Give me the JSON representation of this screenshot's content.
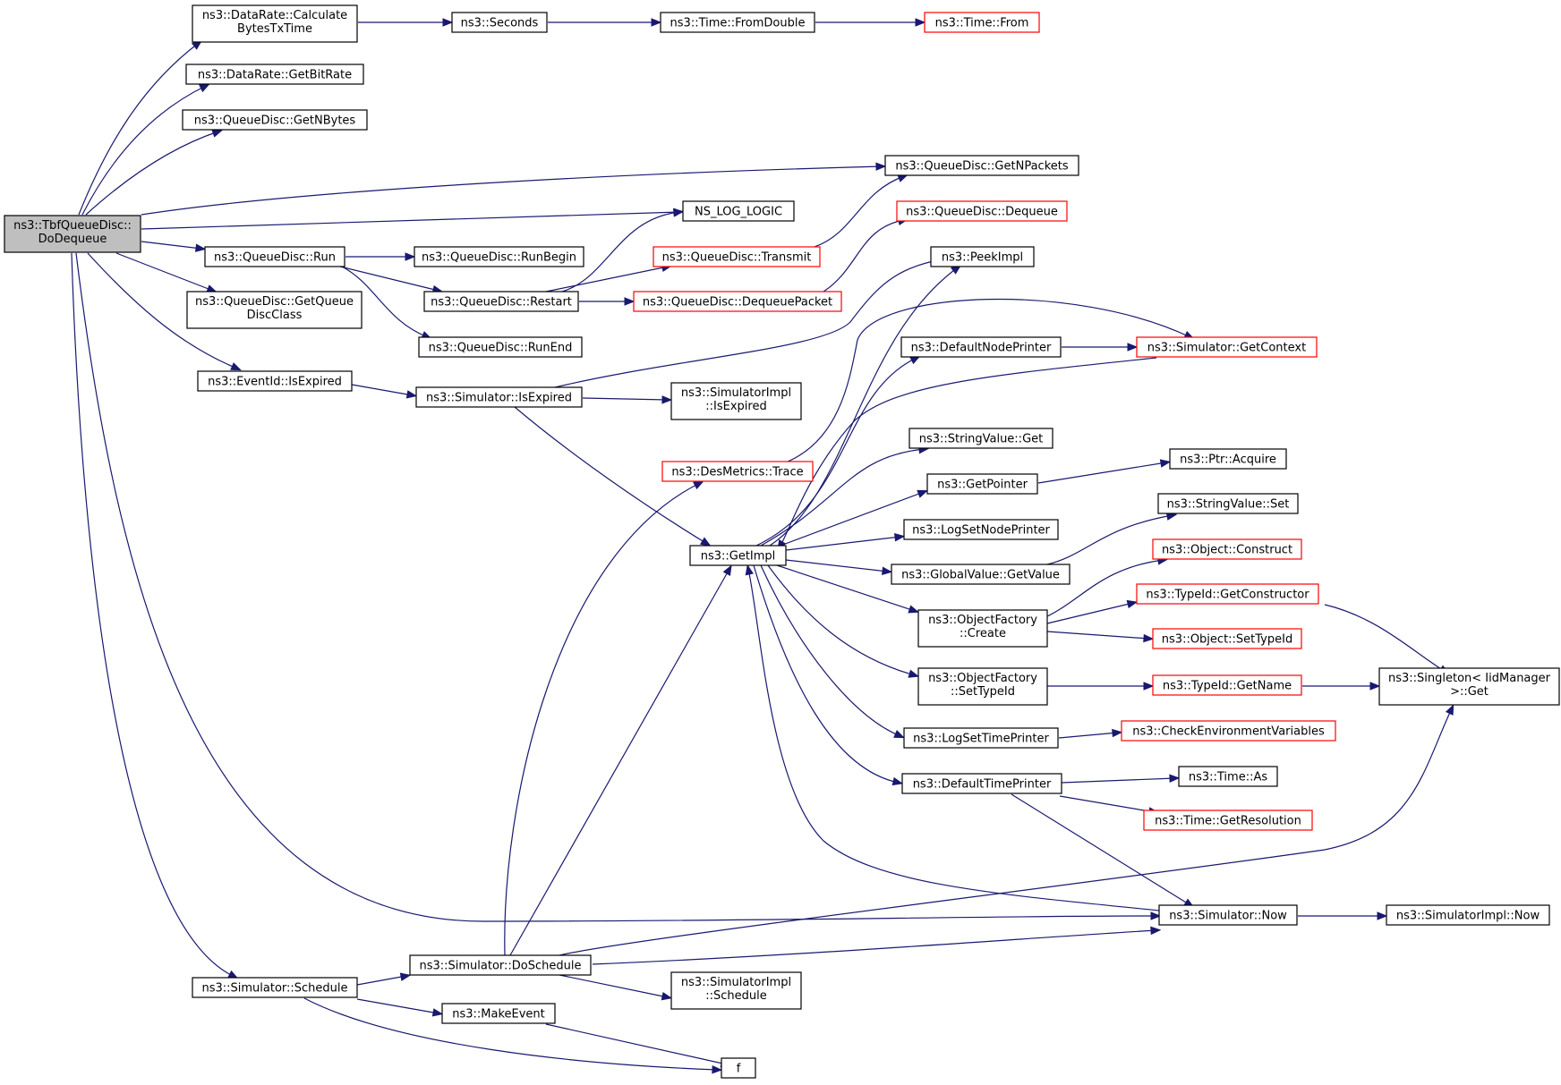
{
  "colors": {
    "edge": "#191970",
    "node_border_normal": "#000000",
    "node_border_truncated": "#ff0000",
    "root_fill": "#bfbfbf",
    "node_fill": "#ffffff"
  },
  "nodes": [
    {
      "id": "root",
      "lines": [
        "ns3::TbfQueueDisc::",
        "DoDequeue"
      ],
      "style": "root"
    },
    {
      "id": "calcbytes",
      "lines": [
        "ns3::DataRate::Calculate",
        "BytesTxTime"
      ],
      "style": "normal"
    },
    {
      "id": "seconds",
      "lines": [
        "ns3::Seconds"
      ],
      "style": "normal"
    },
    {
      "id": "fromdouble",
      "lines": [
        "ns3::Time::FromDouble"
      ],
      "style": "normal"
    },
    {
      "id": "timefrom",
      "lines": [
        "ns3::Time::From"
      ],
      "style": "truncated"
    },
    {
      "id": "getbitrate",
      "lines": [
        "ns3::DataRate::GetBitRate"
      ],
      "style": "normal"
    },
    {
      "id": "getnbytes",
      "lines": [
        "ns3::QueueDisc::GetNBytes"
      ],
      "style": "normal"
    },
    {
      "id": "getnpackets",
      "lines": [
        "ns3::QueueDisc::GetNPackets"
      ],
      "style": "normal"
    },
    {
      "id": "nslog",
      "lines": [
        "NS_LOG_LOGIC"
      ],
      "style": "normal"
    },
    {
      "id": "dequeue",
      "lines": [
        "ns3::QueueDisc::Dequeue"
      ],
      "style": "truncated"
    },
    {
      "id": "run",
      "lines": [
        "ns3::QueueDisc::Run"
      ],
      "style": "normal"
    },
    {
      "id": "runbegin",
      "lines": [
        "ns3::QueueDisc::RunBegin"
      ],
      "style": "normal"
    },
    {
      "id": "transmit",
      "lines": [
        "ns3::QueueDisc::Transmit"
      ],
      "style": "truncated"
    },
    {
      "id": "peekimpl",
      "lines": [
        "ns3::PeekImpl"
      ],
      "style": "normal"
    },
    {
      "id": "restart",
      "lines": [
        "ns3::QueueDisc::Restart"
      ],
      "style": "normal"
    },
    {
      "id": "dequeuepacket",
      "lines": [
        "ns3::QueueDisc::DequeuePacket"
      ],
      "style": "truncated"
    },
    {
      "id": "getqueuedisc",
      "lines": [
        "ns3::QueueDisc::GetQueue",
        "DiscClass"
      ],
      "style": "normal"
    },
    {
      "id": "runend",
      "lines": [
        "ns3::QueueDisc::RunEnd"
      ],
      "style": "normal"
    },
    {
      "id": "defaultnodeprinter",
      "lines": [
        "ns3::DefaultNodePrinter"
      ],
      "style": "normal"
    },
    {
      "id": "getcontext",
      "lines": [
        "ns3::Simulator::GetContext"
      ],
      "style": "truncated"
    },
    {
      "id": "isexpired",
      "lines": [
        "ns3::EventId::IsExpired"
      ],
      "style": "normal"
    },
    {
      "id": "simisexpired",
      "lines": [
        "ns3::Simulator::IsExpired"
      ],
      "style": "normal"
    },
    {
      "id": "simimplisexpired",
      "lines": [
        "ns3::SimulatorImpl",
        "::IsExpired"
      ],
      "style": "normal"
    },
    {
      "id": "stringvalueget",
      "lines": [
        "ns3::StringValue::Get"
      ],
      "style": "normal"
    },
    {
      "id": "destrace",
      "lines": [
        "ns3::DesMetrics::Trace"
      ],
      "style": "truncated"
    },
    {
      "id": "ptracquire",
      "lines": [
        "ns3::Ptr::Acquire"
      ],
      "style": "normal"
    },
    {
      "id": "getpointer",
      "lines": [
        "ns3::GetPointer"
      ],
      "style": "normal"
    },
    {
      "id": "stringvalueset",
      "lines": [
        "ns3::StringValue::Set"
      ],
      "style": "normal"
    },
    {
      "id": "logsetnodeprinter",
      "lines": [
        "ns3::LogSetNodePrinter"
      ],
      "style": "normal"
    },
    {
      "id": "getimpl",
      "lines": [
        "ns3::GetImpl"
      ],
      "style": "normal"
    },
    {
      "id": "objconstruct",
      "lines": [
        "ns3::Object::Construct"
      ],
      "style": "truncated"
    },
    {
      "id": "globalgetvalue",
      "lines": [
        "ns3::GlobalValue::GetValue"
      ],
      "style": "normal"
    },
    {
      "id": "getconstructor",
      "lines": [
        "ns3::TypeId::GetConstructor"
      ],
      "style": "truncated"
    },
    {
      "id": "ofcreate",
      "lines": [
        "ns3::ObjectFactory",
        "::Create"
      ],
      "style": "normal"
    },
    {
      "id": "objsettypeid",
      "lines": [
        "ns3::Object::SetTypeId"
      ],
      "style": "truncated"
    },
    {
      "id": "singleton",
      "lines": [
        "ns3::Singleton< IidManager",
        " >::Get"
      ],
      "style": "normal"
    },
    {
      "id": "ofsettypeid",
      "lines": [
        "ns3::ObjectFactory",
        "::SetTypeId"
      ],
      "style": "normal"
    },
    {
      "id": "typeidgetname",
      "lines": [
        "ns3::TypeId::GetName"
      ],
      "style": "truncated"
    },
    {
      "id": "checkenv",
      "lines": [
        "ns3::CheckEnvironmentVariables"
      ],
      "style": "truncated"
    },
    {
      "id": "logsettimeprinter",
      "lines": [
        "ns3::LogSetTimePrinter"
      ],
      "style": "normal"
    },
    {
      "id": "timeas",
      "lines": [
        "ns3::Time::As"
      ],
      "style": "normal"
    },
    {
      "id": "defaulttimeprinter",
      "lines": [
        "ns3::DefaultTimePrinter"
      ],
      "style": "normal"
    },
    {
      "id": "getresolution",
      "lines": [
        "ns3::Time::GetResolution"
      ],
      "style": "truncated"
    },
    {
      "id": "simnow",
      "lines": [
        "ns3::Simulator::Now"
      ],
      "style": "normal"
    },
    {
      "id": "simimplnow",
      "lines": [
        "ns3::SimulatorImpl::Now"
      ],
      "style": "normal"
    },
    {
      "id": "doschedule",
      "lines": [
        "ns3::Simulator::DoSchedule"
      ],
      "style": "normal"
    },
    {
      "id": "simschedule",
      "lines": [
        "ns3::Simulator::Schedule"
      ],
      "style": "normal"
    },
    {
      "id": "simimplschedule",
      "lines": [
        "ns3::SimulatorImpl",
        "::Schedule"
      ],
      "style": "normal"
    },
    {
      "id": "makeevent",
      "lines": [
        "ns3::MakeEvent"
      ],
      "style": "normal"
    },
    {
      "id": "f",
      "lines": [
        "f"
      ],
      "style": "normal"
    }
  ],
  "edges": [
    {
      "from": "root",
      "to": "calcbytes"
    },
    {
      "from": "root",
      "to": "getbitrate"
    },
    {
      "from": "root",
      "to": "getnbytes"
    },
    {
      "from": "root",
      "to": "getnpackets"
    },
    {
      "from": "root",
      "to": "nslog"
    },
    {
      "from": "root",
      "to": "run"
    },
    {
      "from": "root",
      "to": "getqueuedisc"
    },
    {
      "from": "root",
      "to": "isexpired"
    },
    {
      "from": "root",
      "to": "simnow"
    },
    {
      "from": "root",
      "to": "simschedule"
    },
    {
      "from": "calcbytes",
      "to": "seconds"
    },
    {
      "from": "seconds",
      "to": "fromdouble"
    },
    {
      "from": "fromdouble",
      "to": "timefrom"
    },
    {
      "from": "run",
      "to": "runbegin"
    },
    {
      "from": "run",
      "to": "restart"
    },
    {
      "from": "run",
      "to": "runend"
    },
    {
      "from": "restart",
      "to": "nslog"
    },
    {
      "from": "restart",
      "to": "transmit"
    },
    {
      "from": "restart",
      "to": "dequeuepacket"
    },
    {
      "from": "transmit",
      "to": "getnpackets"
    },
    {
      "from": "dequeuepacket",
      "to": "dequeue"
    },
    {
      "from": "isexpired",
      "to": "simisexpired"
    },
    {
      "from": "simisexpired",
      "to": "peekimpl"
    },
    {
      "from": "simisexpired",
      "to": "simimplisexpired"
    },
    {
      "from": "simisexpired",
      "to": "getimpl"
    },
    {
      "from": "destrace",
      "to": "getcontext"
    },
    {
      "from": "getimpl",
      "to": "peekimpl"
    },
    {
      "from": "getimpl",
      "to": "defaultnodeprinter"
    },
    {
      "from": "getimpl",
      "to": "stringvalueget"
    },
    {
      "from": "getimpl",
      "to": "getpointer"
    },
    {
      "from": "getimpl",
      "to": "logsetnodeprinter"
    },
    {
      "from": "getimpl",
      "to": "globalgetvalue"
    },
    {
      "from": "getimpl",
      "to": "ofcreate"
    },
    {
      "from": "getimpl",
      "to": "ofsettypeid"
    },
    {
      "from": "getimpl",
      "to": "logsettimeprinter"
    },
    {
      "from": "getimpl",
      "to": "defaulttimeprinter"
    },
    {
      "from": "getcontext",
      "to": "getimpl"
    },
    {
      "from": "simnow",
      "to": "getimpl"
    },
    {
      "from": "defaultnodeprinter",
      "to": "getcontext"
    },
    {
      "from": "getpointer",
      "to": "ptracquire"
    },
    {
      "from": "globalgetvalue",
      "to": "stringvalueset"
    },
    {
      "from": "ofcreate",
      "to": "objconstruct"
    },
    {
      "from": "ofcreate",
      "to": "getconstructor"
    },
    {
      "from": "ofcreate",
      "to": "objsettypeid"
    },
    {
      "from": "getconstructor",
      "to": "singleton"
    },
    {
      "from": "ofsettypeid",
      "to": "typeidgetname"
    },
    {
      "from": "typeidgetname",
      "to": "singleton"
    },
    {
      "from": "logsettimeprinter",
      "to": "checkenv"
    },
    {
      "from": "defaulttimeprinter",
      "to": "timeas"
    },
    {
      "from": "defaulttimeprinter",
      "to": "getresolution"
    },
    {
      "from": "defaulttimeprinter",
      "to": "simnow"
    },
    {
      "from": "simnow",
      "to": "simimplnow"
    },
    {
      "from": "simschedule",
      "to": "doschedule"
    },
    {
      "from": "simschedule",
      "to": "makeevent"
    },
    {
      "from": "simschedule",
      "to": "f"
    },
    {
      "from": "makeevent",
      "to": "f"
    },
    {
      "from": "doschedule",
      "to": "destrace"
    },
    {
      "from": "doschedule",
      "to": "getimpl"
    },
    {
      "from": "doschedule",
      "to": "singleton"
    },
    {
      "from": "doschedule",
      "to": "simnow"
    },
    {
      "from": "doschedule",
      "to": "simimplschedule"
    }
  ]
}
